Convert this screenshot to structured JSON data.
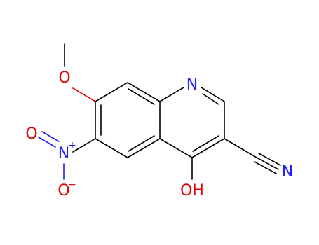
{
  "molecule": {
    "atoms": {
      "ring_n": {
        "label": "N",
        "color": "#1f1fff"
      },
      "nitrile_n": {
        "label": "N",
        "color": "#1f1fff"
      },
      "methoxy_o": {
        "label": "O",
        "color": "#e00000"
      },
      "hydroxyl": {
        "label": "OH",
        "color": "#e00000"
      },
      "nitro_n": {
        "label": "N",
        "color": "#1f1fff"
      },
      "nitro_plus": {
        "label": "+",
        "color": "#1f1fff"
      },
      "nitro_o_top": {
        "label": "O",
        "color": "#e00000"
      },
      "nitro_o_bottom": {
        "label": "O",
        "color": "#e00000"
      },
      "nitro_o_minus": {
        "label": "−",
        "color": "#e00000"
      }
    }
  }
}
